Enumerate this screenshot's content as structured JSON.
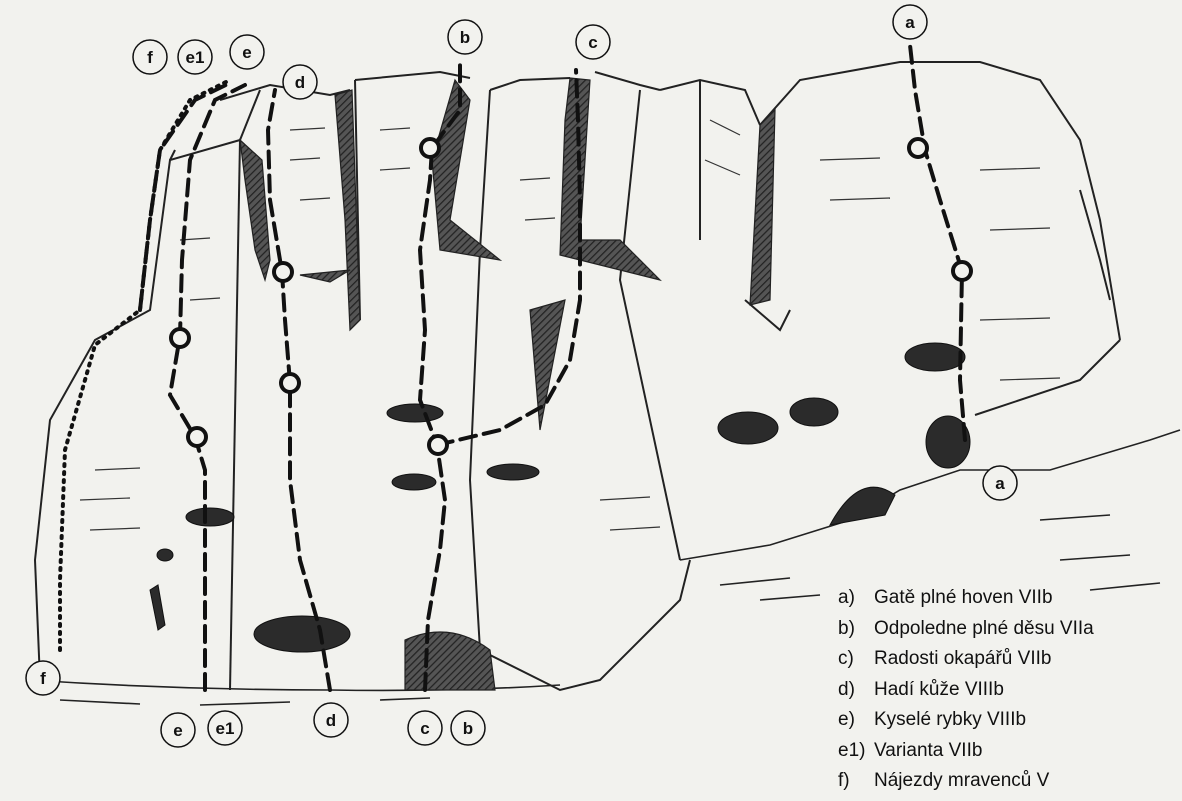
{
  "topo": {
    "markers": {
      "top_f": "f",
      "top_e1": "e1",
      "top_e": "e",
      "top_d": "d",
      "top_b": "b",
      "top_c": "c",
      "top_a": "a",
      "right_a": "a",
      "bottom_f": "f",
      "bottom_e": "e",
      "bottom_e1": "e1",
      "bottom_d": "d",
      "bottom_c": "c",
      "bottom_b": "b"
    },
    "legend": [
      {
        "key": "a)",
        "name": "Gatě plné hoven VIIb"
      },
      {
        "key": "b)",
        "name": " Odpoledne plné děsu VIIa"
      },
      {
        "key": "c)",
        "name": " Radosti okapářů VIIb"
      },
      {
        "key": "d)",
        "name": "Hadí kůže VIIIb"
      },
      {
        "key": "e)",
        "name": "Kyselé rybky VIIIb"
      },
      {
        "key": "e1)",
        "name": "Varianta VIIb"
      },
      {
        "key": "f)",
        "name": "Nájezdy mravenců V"
      }
    ]
  }
}
